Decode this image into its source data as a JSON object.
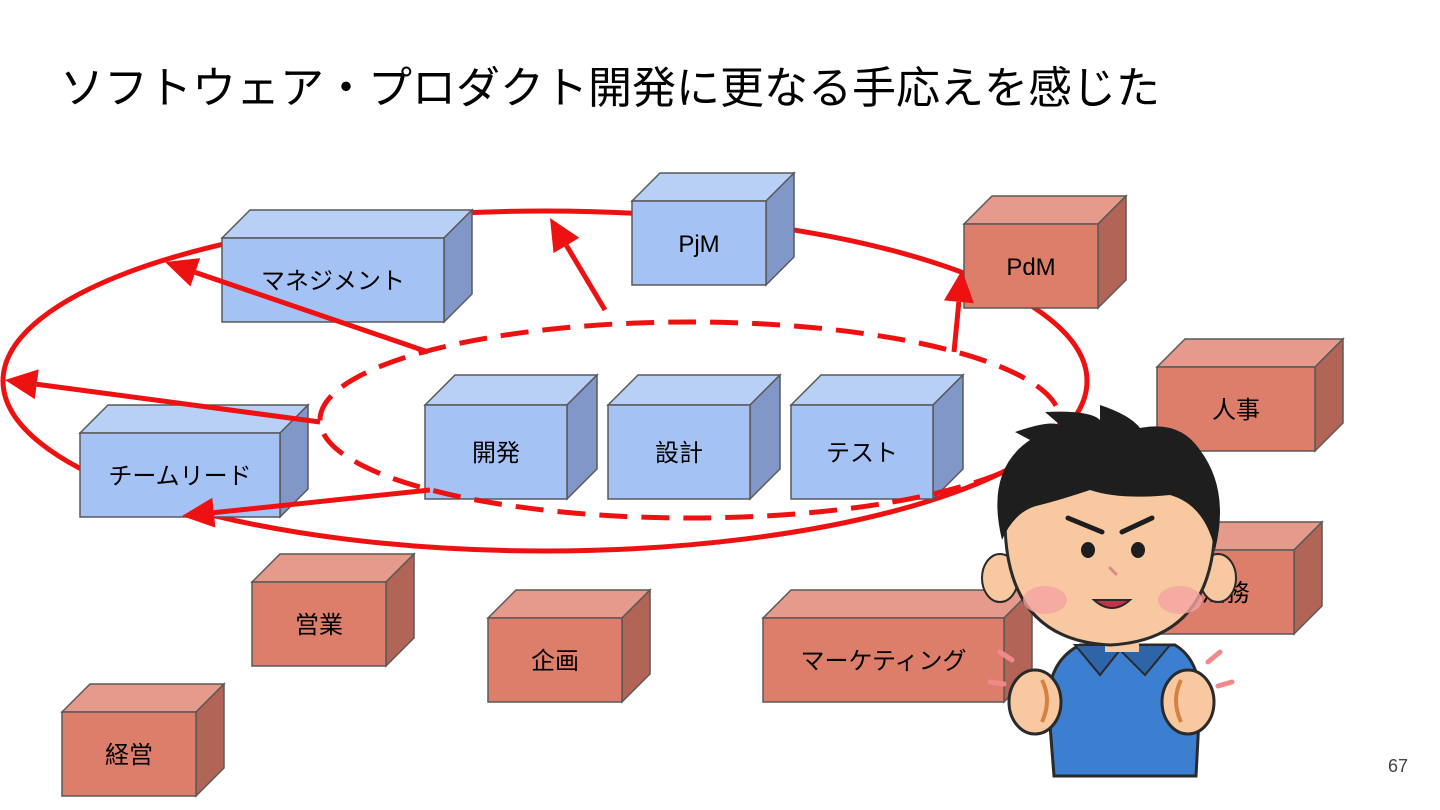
{
  "title": "ソフトウェア・プロダクト開発に更なる手応えを感じた",
  "page_number": "67",
  "colors": {
    "blue_front": "#a4c2f4",
    "blue_top": "#b8cff6",
    "blue_side": "#8097c8",
    "red_front": "#dd7e6b",
    "red_top": "#e59a8c",
    "red_side": "#b26556",
    "arrow_red": "#ee1111",
    "outline": "#595959"
  },
  "boxes": [
    {
      "id": "management",
      "label": "マネジメント",
      "group": "blue"
    },
    {
      "id": "pjm",
      "label": "PjM",
      "group": "blue"
    },
    {
      "id": "pdm",
      "label": "PdM",
      "group": "red"
    },
    {
      "id": "team-lead",
      "label": "チームリード",
      "group": "blue"
    },
    {
      "id": "dev",
      "label": "開発",
      "group": "blue"
    },
    {
      "id": "design",
      "label": "設計",
      "group": "blue"
    },
    {
      "id": "test",
      "label": "テスト",
      "group": "blue"
    },
    {
      "id": "hr",
      "label": "人事",
      "group": "red"
    },
    {
      "id": "legal",
      "label": "法務",
      "group": "red"
    },
    {
      "id": "sales",
      "label": "営業",
      "group": "red"
    },
    {
      "id": "planning",
      "label": "企画",
      "group": "red"
    },
    {
      "id": "marketing",
      "label": "マーケティング",
      "group": "red"
    },
    {
      "id": "management-business",
      "label": "経営",
      "group": "red"
    }
  ],
  "illustration": "boy-determined-fists"
}
